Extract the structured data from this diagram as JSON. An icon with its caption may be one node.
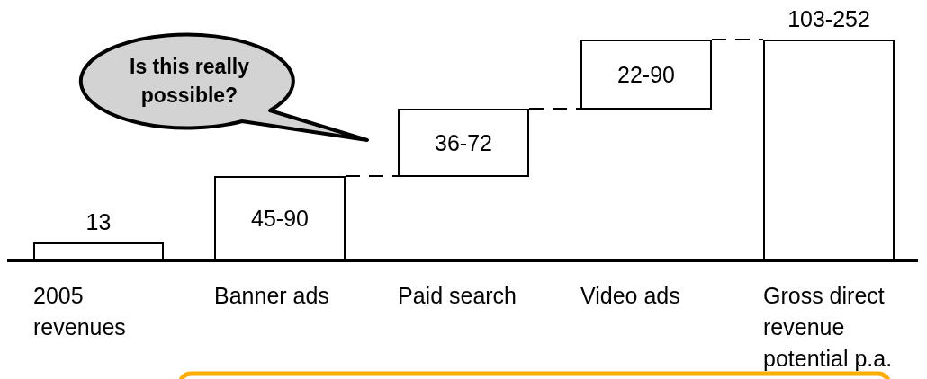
{
  "diagram": {
    "nodes": [
      {
        "text": [],
        "shape": "bar",
        "beside": [
          "13"
        ]
      },
      {
        "text": [
          "45-90"
        ]
      },
      {
        "text": [
          "36-72"
        ]
      },
      {
        "text": [
          "22-90"
        ]
      },
      {
        "text": [],
        "shape": "bar",
        "beside": [
          "103-252"
        ]
      },
      {
        "text": [
          "Is this really possible?"
        ]
      }
    ],
    "edges": [
      {
        "from": 1,
        "to": 2,
        "arrow": "none",
        "style": "dashed"
      },
      {
        "from": 2,
        "to": 3,
        "arrow": "none",
        "style": "dashed"
      },
      {
        "from": 3,
        "to": 4,
        "arrow": "none",
        "style": "dashed"
      }
    ],
    "labels": [
      "2005 revenues",
      "Banner ads",
      "Paid search",
      "Video ads",
      "Gross direct revenue potential p.a."
    ]
  }
}
